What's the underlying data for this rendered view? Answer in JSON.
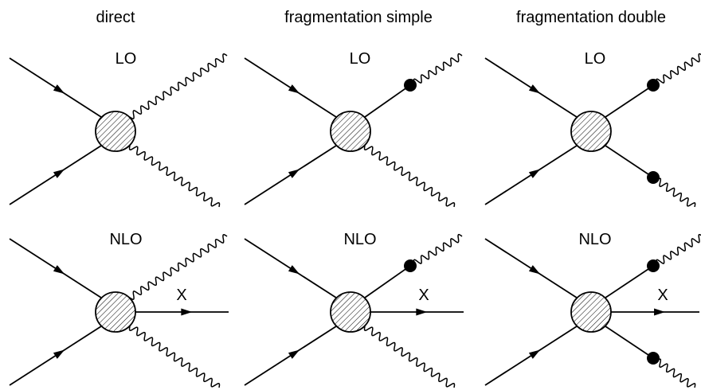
{
  "columns": [
    {
      "key": "direct",
      "title": "direct"
    },
    {
      "key": "simple",
      "title": "fragmentation simple"
    },
    {
      "key": "double",
      "title": "fragmentation double"
    }
  ],
  "rows": [
    {
      "key": "lo",
      "label": "LO",
      "has_x": false
    },
    {
      "key": "nlo",
      "label": "NLO",
      "has_x": true
    }
  ],
  "x_label": "X",
  "colors": {
    "ink": "#000000",
    "background": "#ffffff"
  },
  "diagram_elements": {
    "incoming": "two fermion lines with arrows into a hatched blob",
    "direct": "two wavy photon lines from blob",
    "fragmentation_simple": "one photon via black fragmentation dot, one direct wavy photon",
    "fragmentation_double": "both photons via black fragmentation dots",
    "nlo_extra": "additional outgoing line labelled X"
  }
}
